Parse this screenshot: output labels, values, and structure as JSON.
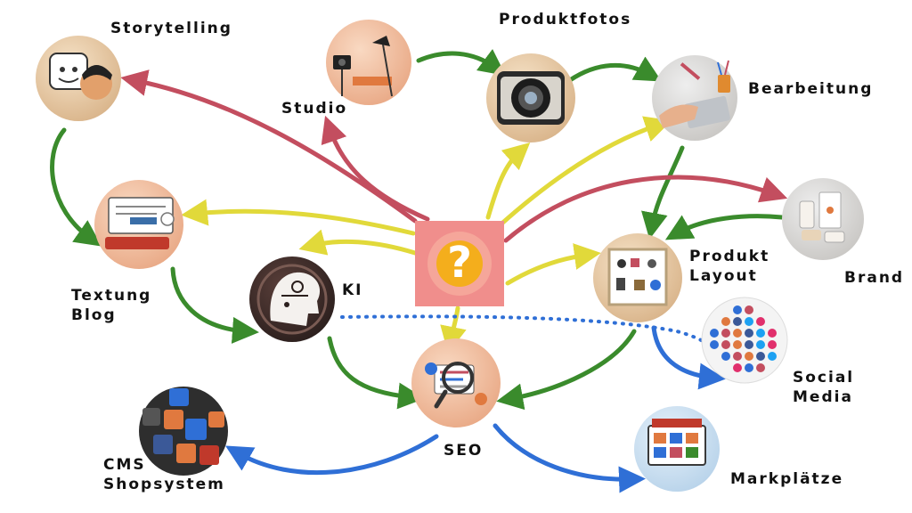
{
  "labels": {
    "storytelling": "Storytelling",
    "produktfotos": "Produktfotos",
    "studio": "Studio",
    "bearbeitung": "Bearbeitung",
    "textung": "Textung",
    "blog": "Blog",
    "ki": "KI",
    "produkt": "Produkt",
    "layout": "Layout",
    "brand": "Brand",
    "social": "Social",
    "media": "Media",
    "seo": "SEO",
    "cms": "CMS",
    "shopsystem": "Shopsystem",
    "marktplaetze": "Markplätze"
  },
  "center_icon": {
    "glyph": "?",
    "name": "question-mark-icon"
  },
  "colors": {
    "green": "#3a8b2c",
    "red": "#c34e5f",
    "yellow": "#e1d93a",
    "blue": "#2f6fd6",
    "center_bg": "#f08e8c"
  }
}
